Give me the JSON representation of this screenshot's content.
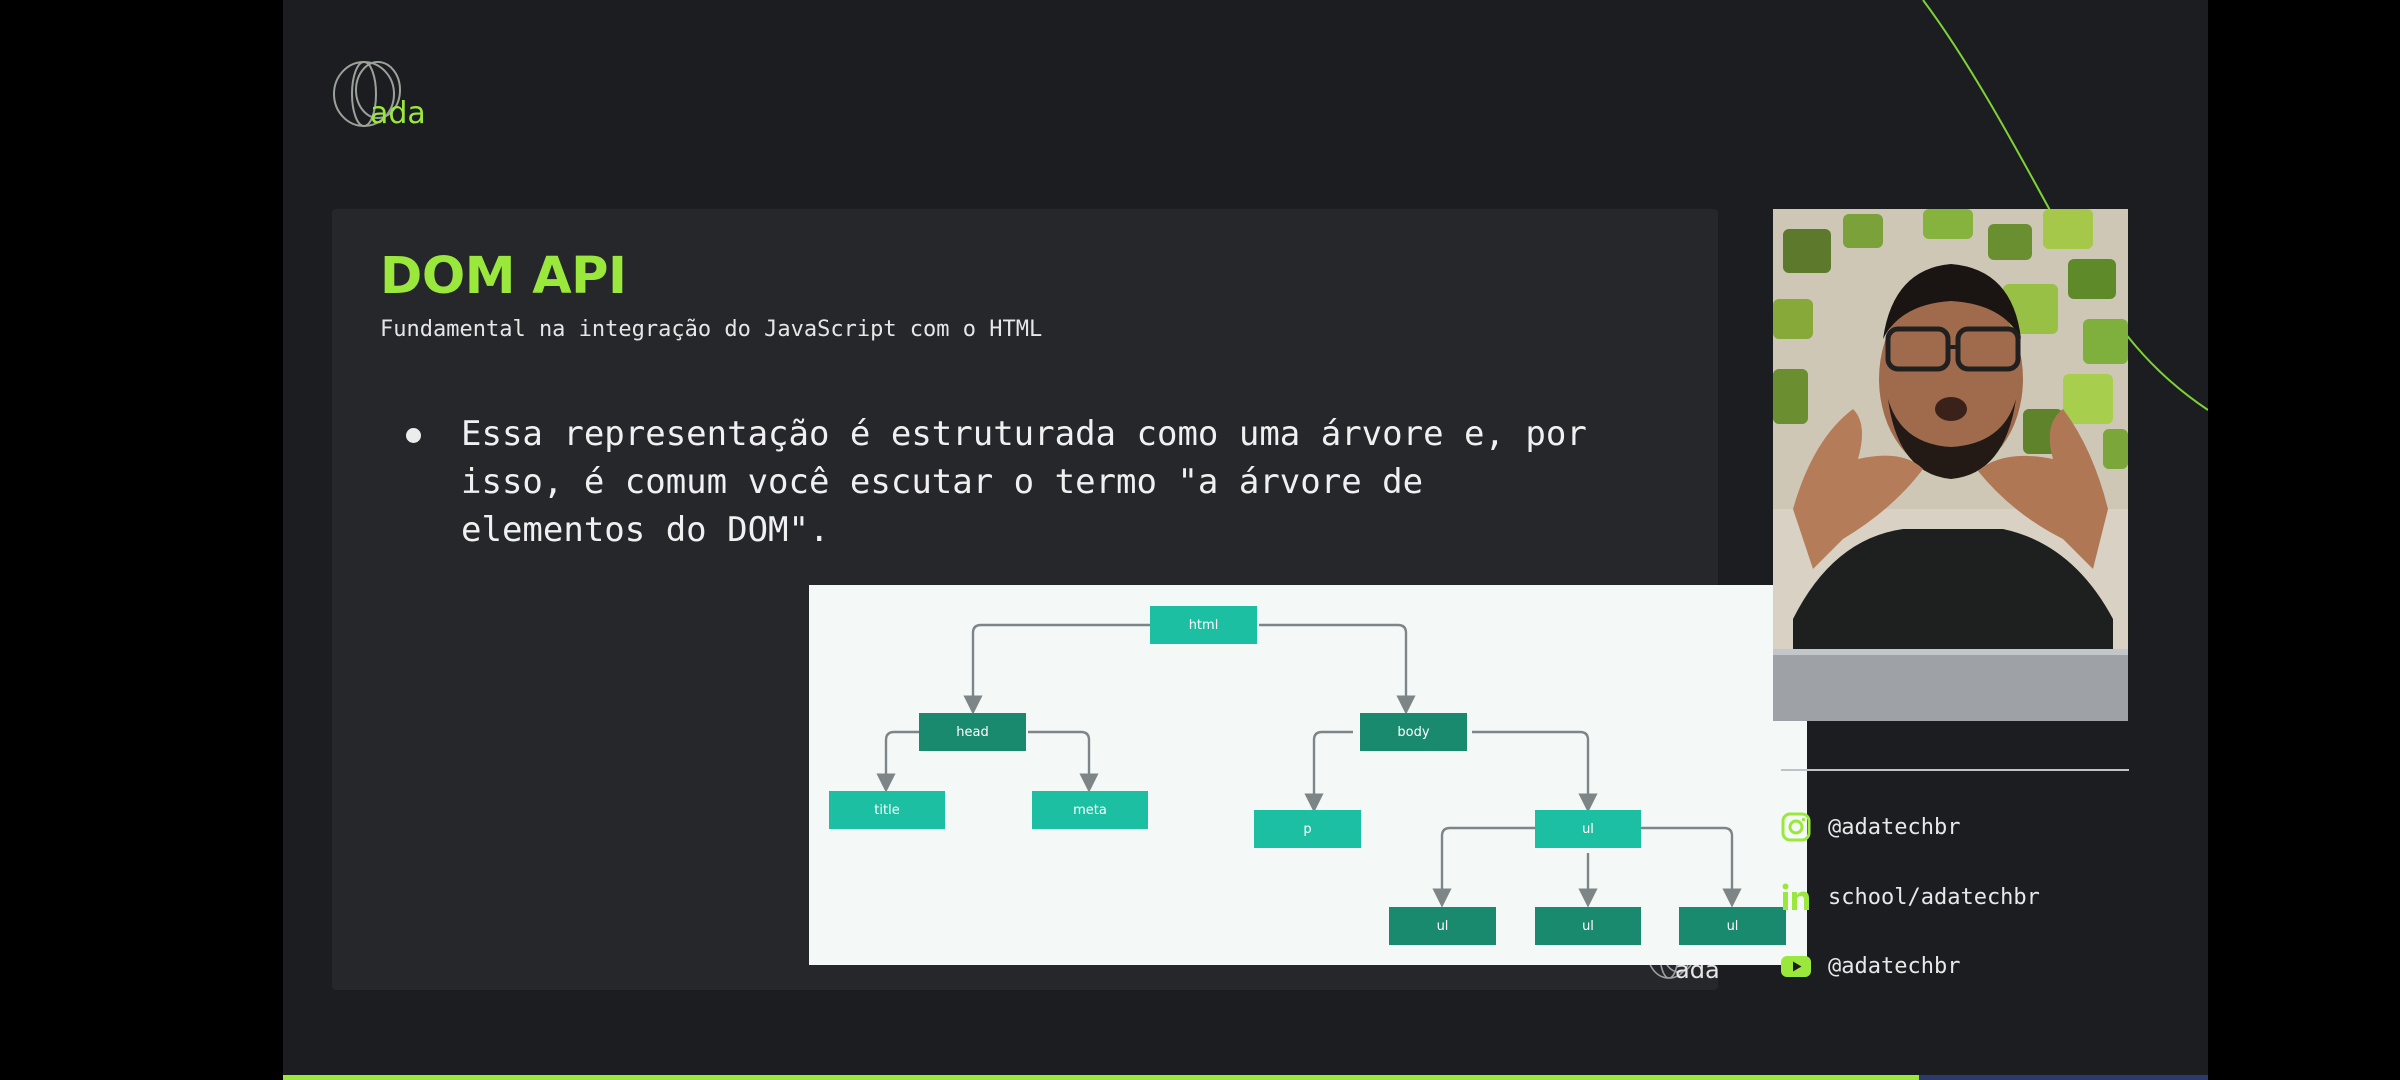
{
  "brand": {
    "logo_text": "ada",
    "accent_color": "#9be83c"
  },
  "slide": {
    "title": "DOM API",
    "subtitle": "Fundamental na integração do JavaScript com o HTML",
    "bullet_lines": [
      "Essa representação é estruturada como uma árvore e, por",
      "isso, é comum você escutar o termo \"a árvore de",
      "elementos do DOM\"."
    ]
  },
  "dom_tree": {
    "nodes": [
      {
        "id": "html",
        "label": "html",
        "shade": "light"
      },
      {
        "id": "head",
        "label": "head",
        "shade": "dark"
      },
      {
        "id": "body",
        "label": "body",
        "shade": "dark"
      },
      {
        "id": "title",
        "label": "title",
        "shade": "light"
      },
      {
        "id": "meta",
        "label": "meta",
        "shade": "light"
      },
      {
        "id": "p",
        "label": "p",
        "shade": "light"
      },
      {
        "id": "ul",
        "label": "ul",
        "shade": "light"
      },
      {
        "id": "ul1",
        "label": "ul",
        "shade": "dark"
      },
      {
        "id": "ul2",
        "label": "ul",
        "shade": "dark"
      },
      {
        "id": "ul3",
        "label": "ul",
        "shade": "dark"
      }
    ],
    "edges": [
      [
        "html",
        "head"
      ],
      [
        "html",
        "body"
      ],
      [
        "head",
        "title"
      ],
      [
        "head",
        "meta"
      ],
      [
        "body",
        "p"
      ],
      [
        "body",
        "ul"
      ],
      [
        "ul",
        "ul1"
      ],
      [
        "ul",
        "ul2"
      ],
      [
        "ul",
        "ul3"
      ]
    ]
  },
  "social": [
    {
      "icon": "instagram-icon",
      "text": "@adatechbr"
    },
    {
      "icon": "linkedin-icon",
      "text": "school/adatechbr"
    },
    {
      "icon": "youtube-icon",
      "text": "@adatechbr"
    }
  ],
  "video_progress": 0.85,
  "colors": {
    "node_light": "#1dbfa3",
    "node_dark": "#1a8a6f",
    "progress_track": "#2a3a6a"
  }
}
